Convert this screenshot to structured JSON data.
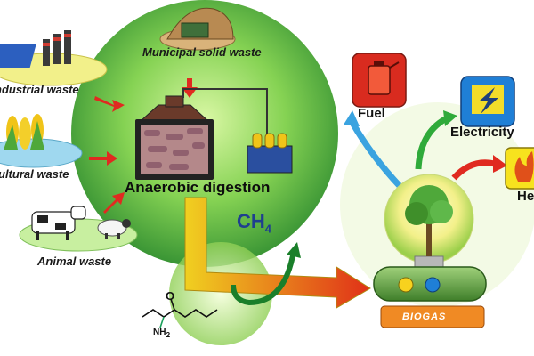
{
  "labels": {
    "industrial": "ndustrial waste",
    "agricultural": "ultural waste",
    "animal": "Animal waste",
    "municipal": "Municipal solid waste",
    "anaerobic": "Anaerobic digestion",
    "fuel": "Fuel",
    "electricity": "Electricity",
    "heat": "He",
    "ch4": "CH",
    "ch4_sub": "4",
    "nh2": "NH",
    "nh2_sub": "2",
    "oxygen": "O",
    "biogas": "BIOGAS"
  },
  "colors": {
    "sphere_green": "#7fd04a",
    "arrow_red": "#e02a20",
    "arrow_yellow": "#f5c518",
    "fuel_red": "#d92b1f",
    "electricity_blue": "#1f7fd6",
    "heat_yellow": "#f7e21e",
    "biogas_orange": "#f08a24",
    "ch4_blue": "#1f3f8f"
  }
}
